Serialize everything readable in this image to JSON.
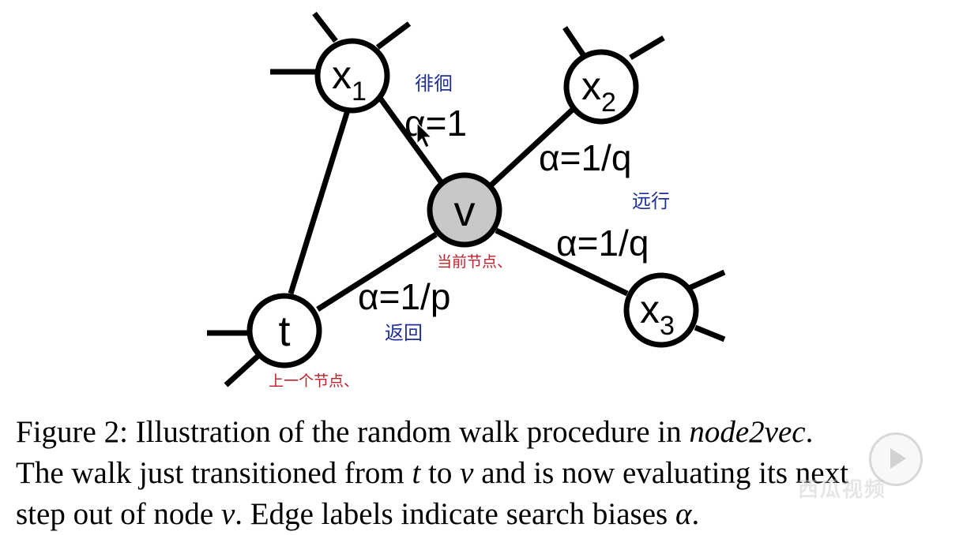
{
  "figure": {
    "nodes": {
      "x1": {
        "base": "x",
        "sub": "1"
      },
      "x2": {
        "base": "x",
        "sub": "2"
      },
      "x3": {
        "base": "x",
        "sub": "3"
      },
      "v": {
        "label": "v"
      },
      "t": {
        "label": "t"
      }
    },
    "edge_labels": {
      "x1_v": "α=1",
      "v_x2": "α=1/q",
      "v_x3": "α=1/q",
      "t_v": "α=1/p"
    },
    "annotations": {
      "linger": "徘徊",
      "go_far": "远行",
      "return": "返回",
      "current_node": "当前节点、",
      "previous_node": "上一个节点、"
    },
    "colors": {
      "current_node_fill": "#c8c8c8",
      "note_blue": "#1f2f9a",
      "note_red": "#c0202a"
    }
  },
  "caption": {
    "line1_a": "Figure 2: Illustration of the random walk procedure in ",
    "line1_b": "node2vec",
    "line1_c": ".",
    "line2_a": "The walk just transitioned from ",
    "line2_t": "t",
    "line2_b": " to ",
    "line2_v": "v",
    "line2_c": " and is now evaluating its next",
    "line3_a": "step out of node ",
    "line3_v": "v",
    "line3_b": ". Edge labels indicate search biases ",
    "line3_alpha": "α",
    "line3_c": "."
  },
  "overlay": {
    "play_icon": "play-circle-icon",
    "watermark": "西瓜视频"
  }
}
